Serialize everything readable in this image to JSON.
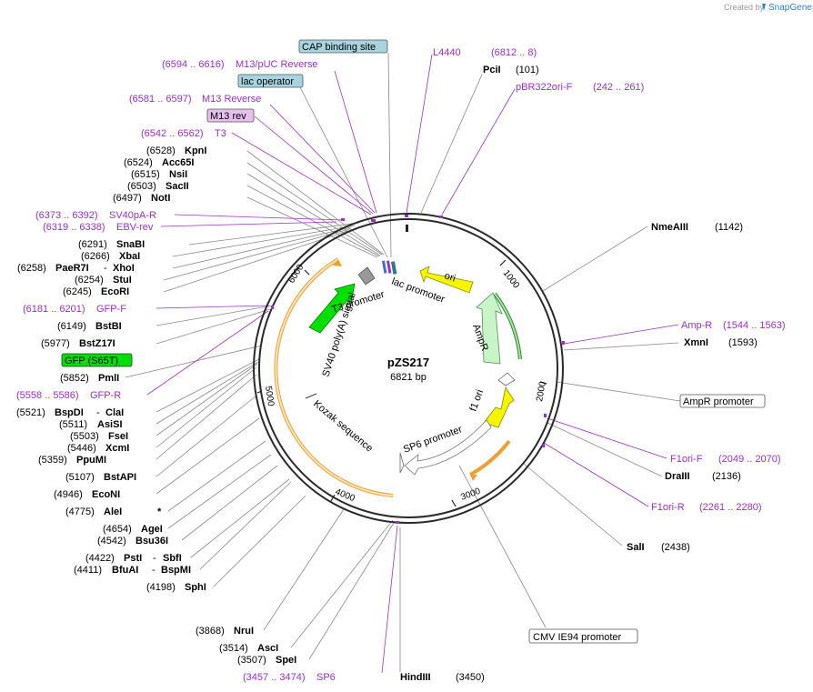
{
  "credit": {
    "prefix": "Created by",
    "brand": "SnapGene"
  },
  "plasmid": {
    "name": "pZS217",
    "size": "6821 bp"
  },
  "colors": {
    "primer": "#9b30c8",
    "ori": "#f5f500",
    "ampr": "#c8f5c8",
    "gfp": "#00e000",
    "kozak": "#f0a030",
    "feature_box": "#a8d4e0",
    "m13rev_box": "#e8c0f0"
  },
  "ticks": [
    "1000",
    "2000",
    "3000",
    "4000",
    "5000",
    "6000"
  ],
  "features": {
    "ori": "ori",
    "lac_promoter": "lac promoter",
    "t3_promoter": "T3 promoter",
    "ampr": "AmpR",
    "f1_ori": "f1 ori",
    "sp6_promoter": "SP6 promoter",
    "kozak": "Kozak sequence",
    "sv40_polya": "SV40 poly(A) signal"
  },
  "left_labels": {
    "cap": "CAP binding site",
    "m13puc_range": "(6594 .. 6616)",
    "m13puc": "M13/pUC Reverse",
    "lac_op": "lac operator",
    "m13rev_range": "(6581 .. 6597)",
    "m13rev": "M13 Reverse",
    "m13rev_box": "M13 rev",
    "t3_range": "(6542 .. 6562)",
    "t3": "T3",
    "kpni_pos": "(6528)",
    "kpni": "KpnI",
    "acc65i_pos": "(6524)",
    "acc65i": "Acc65I",
    "nsii_pos": "(6515)",
    "nsii": "NsiI",
    "sacii_pos": "(6503)",
    "sacii": "SacII",
    "noti_pos": "(6497)",
    "noti": "NotI",
    "sv40pa_range": "(6373 .. 6392)",
    "sv40pa": "SV40pA-R",
    "ebv_range": "(6319 .. 6338)",
    "ebv": "EBV-rev",
    "snabi_pos": "(6291)",
    "snabi": "SnaBI",
    "xbai_pos": "(6266)",
    "xbai": "XbaI",
    "paer7i_pos": "(6258)",
    "paer7i": "PaeR7I",
    "dash": "-",
    "xhoi": "XhoI",
    "stui_pos": "(6254)",
    "stui": "StuI",
    "ecori_pos": "(6245)",
    "ecori": "EcoRI",
    "gfpf_range": "(6181 .. 6201)",
    "gfpf": "GFP-F",
    "bstbi_pos": "(6149)",
    "bstbi": "BstBI",
    "bstz17i_pos": "(5977)",
    "bstz17i": "BstZ17I",
    "gfp_box": "GFP (S65T)",
    "pmli_pos": "(5852)",
    "pmli": "PmlI",
    "gfpr_range": "(5558 .. 5586)",
    "gfpr": "GFP-R",
    "bspdi_pos": "(5521)",
    "bspdi": "BspDI",
    "clai": "ClaI",
    "asisi_pos": "(5511)",
    "asisi": "AsiSI",
    "fsei_pos": "(5503)",
    "fsei": "FseI",
    "xcmi_pos": "(5446)",
    "xcmi": "XcmI",
    "ppumi_pos": "(5359)",
    "ppumi": "PpuMI",
    "bstapi_pos": "(5107)",
    "bstapi": "BstAPI",
    "econi_pos": "(4946)",
    "econi": "EcoNI",
    "alei_pos": "(4775)",
    "alei": "AleI",
    "star": "*",
    "agei_pos": "(4654)",
    "agei": "AgeI",
    "bsu36i_pos": "(4542)",
    "bsu36i": "Bsu36I",
    "psti_pos": "(4422)",
    "psti": "PstI",
    "sbfi": "SbfI",
    "bfuai_pos": "(4411)",
    "bfuai": "BfuAI",
    "bspmi": "BspMI",
    "sphi_pos": "(4198)",
    "sphi": "SphI",
    "nrui_pos": "(3868)",
    "nrui": "NruI",
    "asci_pos": "(3514)",
    "asci": "AscI",
    "spei_pos": "(3507)",
    "spei": "SpeI",
    "sp6_range": "(3457 .. 3474)",
    "sp6": "SP6"
  },
  "right_labels": {
    "l4440": "L4440",
    "l4440_range": "(6812 .. 8)",
    "pcii": "PciI",
    "pcii_pos": "(101)",
    "pbr": "pBR322ori-F",
    "pbr_range": "(242 .. 261)",
    "nmeaiii": "NmeAIII",
    "nmeaiii_pos": "(1142)",
    "ampr_primer": "Amp-R",
    "ampr_range": "(1544 .. 1563)",
    "xmni": "XmnI",
    "xmni_pos": "(1593)",
    "ampr_promoter": "AmpR promoter",
    "f1orif": "F1ori-F",
    "f1orif_range": "(2049 .. 2070)",
    "draiii": "DraIII",
    "draiii_pos": "(2136)",
    "f1orir": "F1ori-R",
    "f1orir_range": "(2261 .. 2280)",
    "sali": "SalI",
    "sali_pos": "(2438)",
    "cmv": "CMV IE94 promoter",
    "hindiii": "HindIII",
    "hindiii_pos": "(3450)"
  }
}
